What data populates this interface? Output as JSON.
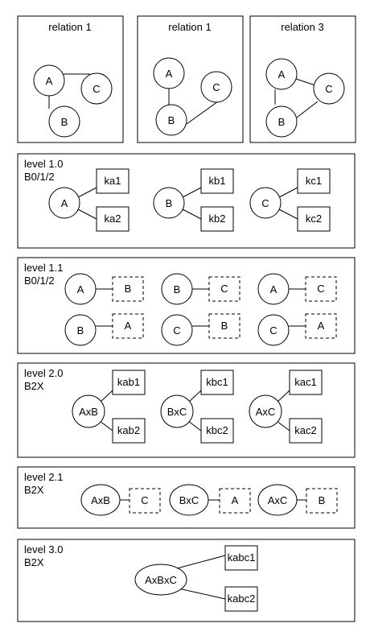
{
  "panels": {
    "rel1a": {
      "title": "relation 1",
      "nodes": [
        "A",
        "B",
        "C"
      ]
    },
    "rel1b": {
      "title": "relation 1",
      "nodes": [
        "A",
        "B",
        "C"
      ]
    },
    "rel3": {
      "title": "relation 3",
      "nodes": [
        "A",
        "B",
        "C"
      ]
    }
  },
  "levels": [
    {
      "title": "level 1.0",
      "subtitle": "B0/1/2",
      "groups": [
        {
          "center": "A",
          "top": "ka1",
          "bottom": "ka2"
        },
        {
          "center": "B",
          "top": "kb1",
          "bottom": "kb2"
        },
        {
          "center": "C",
          "top": "kc1",
          "bottom": "kc2"
        }
      ]
    },
    {
      "title": "level 1.1",
      "subtitle": "B0/1/2",
      "pairs": [
        {
          "node": "A",
          "box": "B"
        },
        {
          "node": "B",
          "box": "C"
        },
        {
          "node": "A",
          "box": "C"
        },
        {
          "node": "B",
          "box": "A"
        },
        {
          "node": "C",
          "box": "B"
        },
        {
          "node": "C",
          "box": "A"
        }
      ]
    },
    {
      "title": "level 2.0",
      "subtitle": "B2X",
      "groups": [
        {
          "center": "AxB",
          "top": "kab1",
          "bottom": "kab2"
        },
        {
          "center": "BxC",
          "top": "kbc1",
          "bottom": "kbc2"
        },
        {
          "center": "AxC",
          "top": "kac1",
          "bottom": "kac2"
        }
      ]
    },
    {
      "title": "level 2.1",
      "subtitle": "B2X",
      "pairs": [
        {
          "node": "AxB",
          "box": "C"
        },
        {
          "node": "BxC",
          "box": "A"
        },
        {
          "node": "AxC",
          "box": "B"
        }
      ]
    },
    {
      "title": "level 3.0",
      "subtitle": "B2X",
      "groups": [
        {
          "center": "AxBxC",
          "top": "kabc1",
          "bottom": "kabc2"
        }
      ]
    }
  ]
}
